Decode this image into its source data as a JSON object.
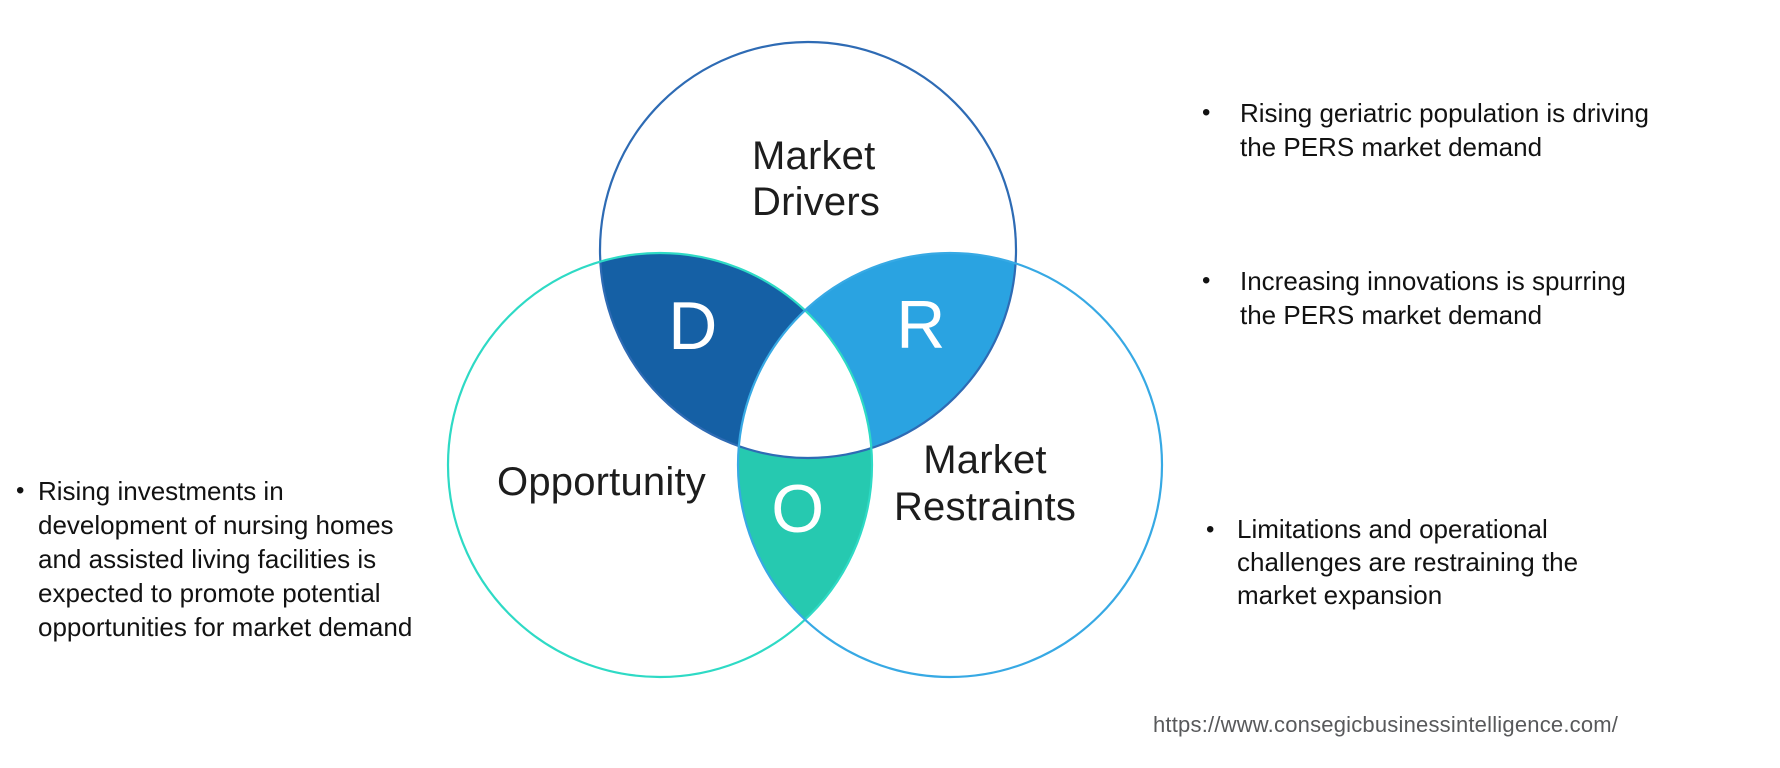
{
  "venn": {
    "drivers": {
      "label": "Market\nDrivers",
      "letter": "D",
      "outline_color": "#2e6bb4",
      "overlap_color": "#1560a5"
    },
    "opportunity": {
      "label": "Opportunity",
      "letter": "O",
      "outline_color": "#2edac5",
      "overlap_color": "#26c9b0"
    },
    "restraints": {
      "label": "Market\nRestraints",
      "letter": "R",
      "outline_color": "#37a9e4",
      "overlap_color": "#2aa3e1"
    },
    "letter_color": "#ffffff",
    "center_color": "#ffffff"
  },
  "notes": {
    "bullet": "•",
    "opportunity_note": "Rising investments in\ndevelopment of nursing homes\nand assisted living facilities is\nexpected to promote potential\nopportunities for market demand",
    "drivers_note_1": "Rising geriatric population is driving\nthe PERS market demand",
    "drivers_note_2": "Increasing innovations is spurring\nthe PERS market demand",
    "restraints_note": "Limitations and operational\nchallenges are restraining the\nmarket expansion"
  },
  "footer": {
    "url": "https://www.consegicbusinessintelligence.com/"
  }
}
